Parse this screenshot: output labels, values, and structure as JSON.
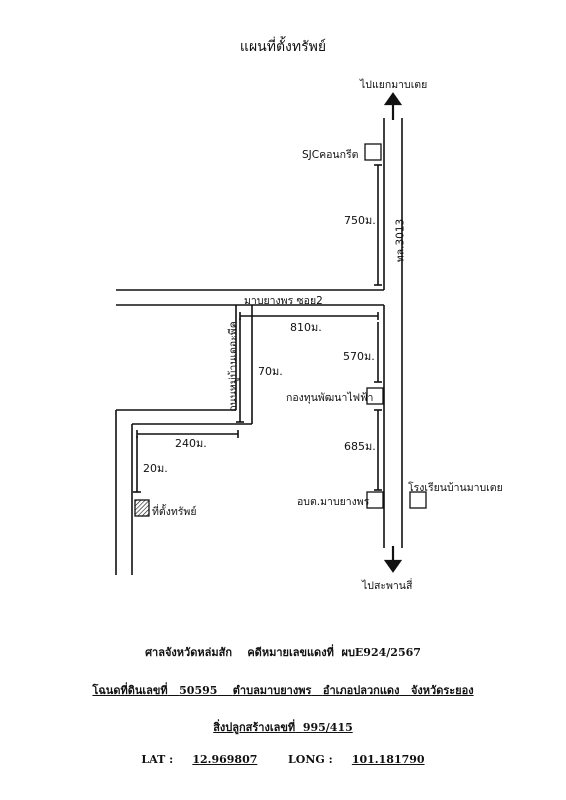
{
  "title": "แผนที่ตั้งทรัพย์",
  "labels": {
    "north_direction": "ไปแยกมาบเตย",
    "south_direction": "ไปสะพานสี่",
    "highway": "ทล.3013",
    "soi": "มาบยางพร ซอย2",
    "village_road": "ถนนหมู่บ้านเดอะพีค",
    "sjc": "SJCคอนกรีต",
    "fund": "กองทุนพัฒนาไฟฟ้า",
    "obt": "อบต.มาบยางพร",
    "school": "โรงเรียนบ้านมาบเตย",
    "property": "ที่ตั้งทรัพย์"
  },
  "distances": {
    "d750": "750ม.",
    "d810": "810ม.",
    "d570": "570ม.",
    "d70": "70ม.",
    "d685": "685ม.",
    "d240": "240ม.",
    "d20": "20ม."
  },
  "footer": {
    "court": "ศาลจังหวัดหล่มสัก",
    "case_label": "คดีหมายเลขแดงที่",
    "case_no": "ผบE924/2567",
    "deed_label": "โฉนดที่ดินเลขที่",
    "deed_no": "50595",
    "subdistrict": "ตำบลมาบยางพร",
    "district": "อำเภอปลวกแดง",
    "province": "จังหวัดระยอง",
    "building_label": "สิ่งปลูกสร้างเลขที่",
    "building_no": "995/415",
    "lat_label": "LAT :",
    "lat": "12.969807",
    "long_label": "LONG :",
    "long": "101.181790"
  },
  "colors": {
    "ink": "#111111",
    "paper": "#ffffff"
  }
}
